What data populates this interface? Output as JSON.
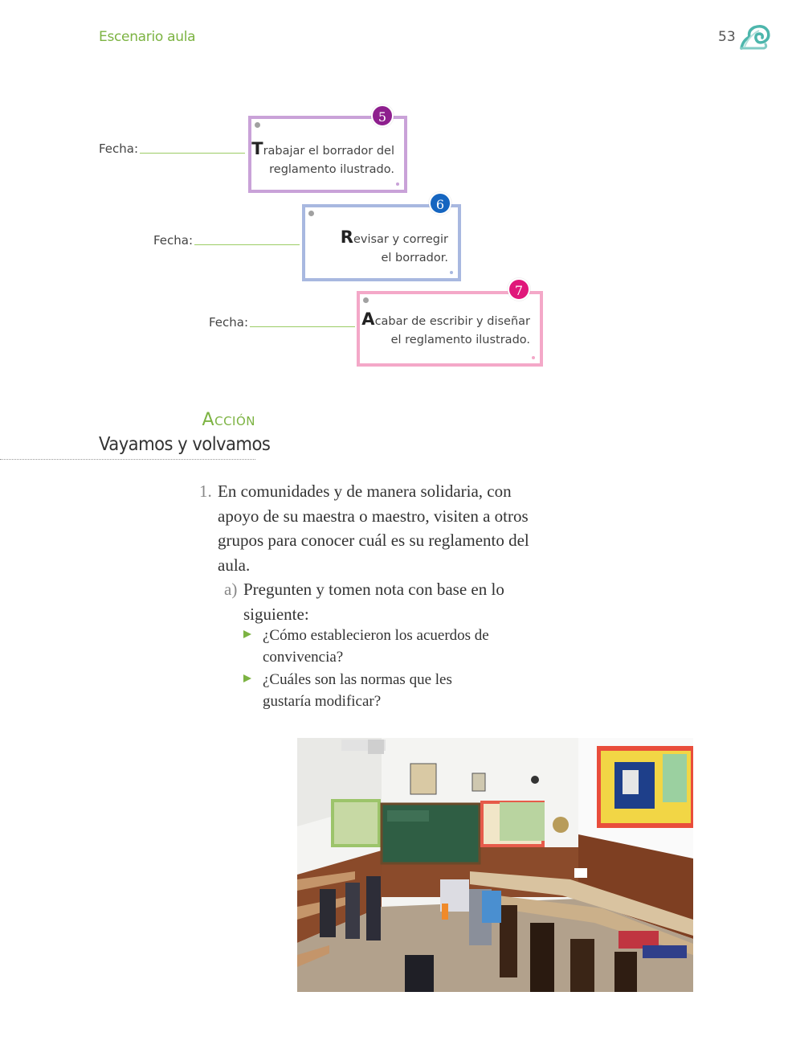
{
  "header": {
    "section_title": "Escenario aula",
    "page_number": "53"
  },
  "colors": {
    "green": "#7cb342",
    "card5": "#c9a2d8",
    "badge5": "#8e1f8e",
    "card6": "#a8b8e0",
    "badge6": "#1565c0",
    "card7": "#f4a8c8",
    "badge7": "#e0177a"
  },
  "steps": [
    {
      "number": "5",
      "first_letter": "T",
      "line1_rest": "rabajar el borrador del",
      "line2": "reglamento ilustrado.",
      "fecha_label": "Fecha:"
    },
    {
      "number": "6",
      "first_letter": "R",
      "line1_rest": "evisar y corregir",
      "line2": "el borrador.",
      "fecha_label": "Fecha:"
    },
    {
      "number": "7",
      "first_letter": "A",
      "line1_rest": "cabar de escribir y diseñar",
      "line2": "el reglamento ilustrado.",
      "fecha_label": "Fecha:"
    }
  ],
  "section": {
    "label": "Acción",
    "title": "Vayamos y volvamos"
  },
  "activity": {
    "number": "1.",
    "text": "En comunidades y de manera solidaria, con apoyo de su maestra o maestro, visiten a otros grupos para conocer cuál es su reglamento del aula.",
    "sub": {
      "letter": "a)",
      "text": "Pregunten y tomen nota con base en lo siguiente:"
    },
    "bullets": [
      "¿Cómo establecieron los acuerdos de convivencia?",
      "¿Cuáles son las normas que les gustaría modificar?"
    ]
  },
  "icons": {
    "logo": "snail-icon",
    "bullet": "arrow-bullet-icon"
  }
}
